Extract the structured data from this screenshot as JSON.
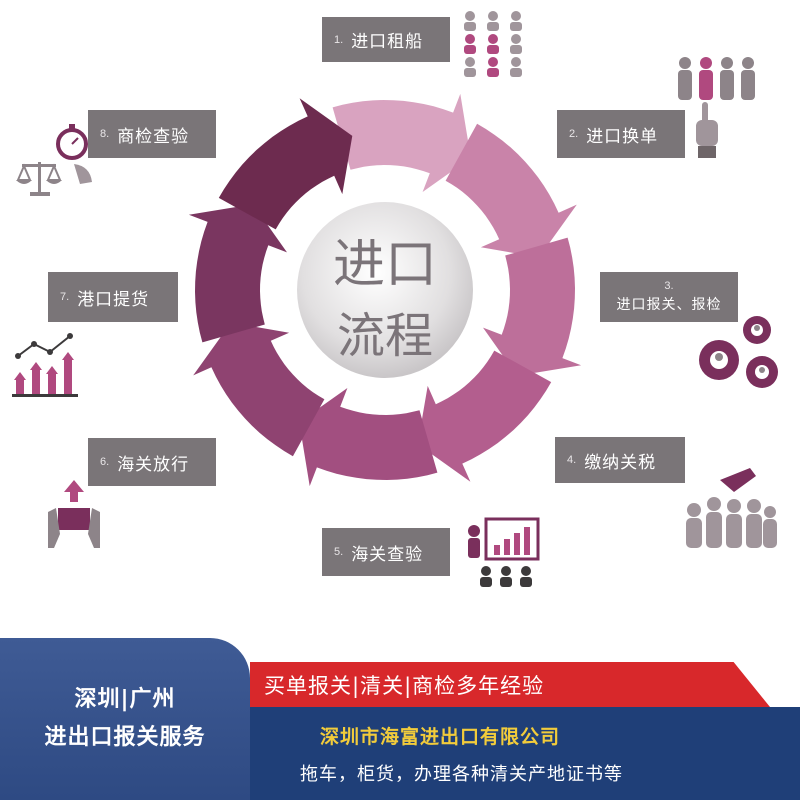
{
  "center": {
    "line1": "进口",
    "line2": "流程"
  },
  "steps": [
    {
      "num": "1.",
      "label": "进口租船"
    },
    {
      "num": "2.",
      "label": "进口换单"
    },
    {
      "num": "3.",
      "label": "进口报关、报检"
    },
    {
      "num": "4.",
      "label": "缴纳关税"
    },
    {
      "num": "5.",
      "label": "海关查验"
    },
    {
      "num": "6.",
      "label": "海关放行"
    },
    {
      "num": "7.",
      "label": "港口提货"
    },
    {
      "num": "8.",
      "label": "商检查验"
    }
  ],
  "banner": {
    "left_line1": "深圳|广州",
    "left_line2": "进出口报关服务",
    "slogan": "买单报关|清关|商检多年经验",
    "company": "深圳市海富进出口有限公司",
    "services": "拖车，柜货，办理各种清关产地证书等"
  },
  "colors": {
    "ring_light": "#d9a3c0",
    "ring_mid": "#b5628f",
    "ring_dark": "#6d2b4f",
    "step_box": "#7a7578",
    "banner_blue": "#1f3f78",
    "banner_red": "#d8282b",
    "company_yellow": "#f2cc3b"
  }
}
